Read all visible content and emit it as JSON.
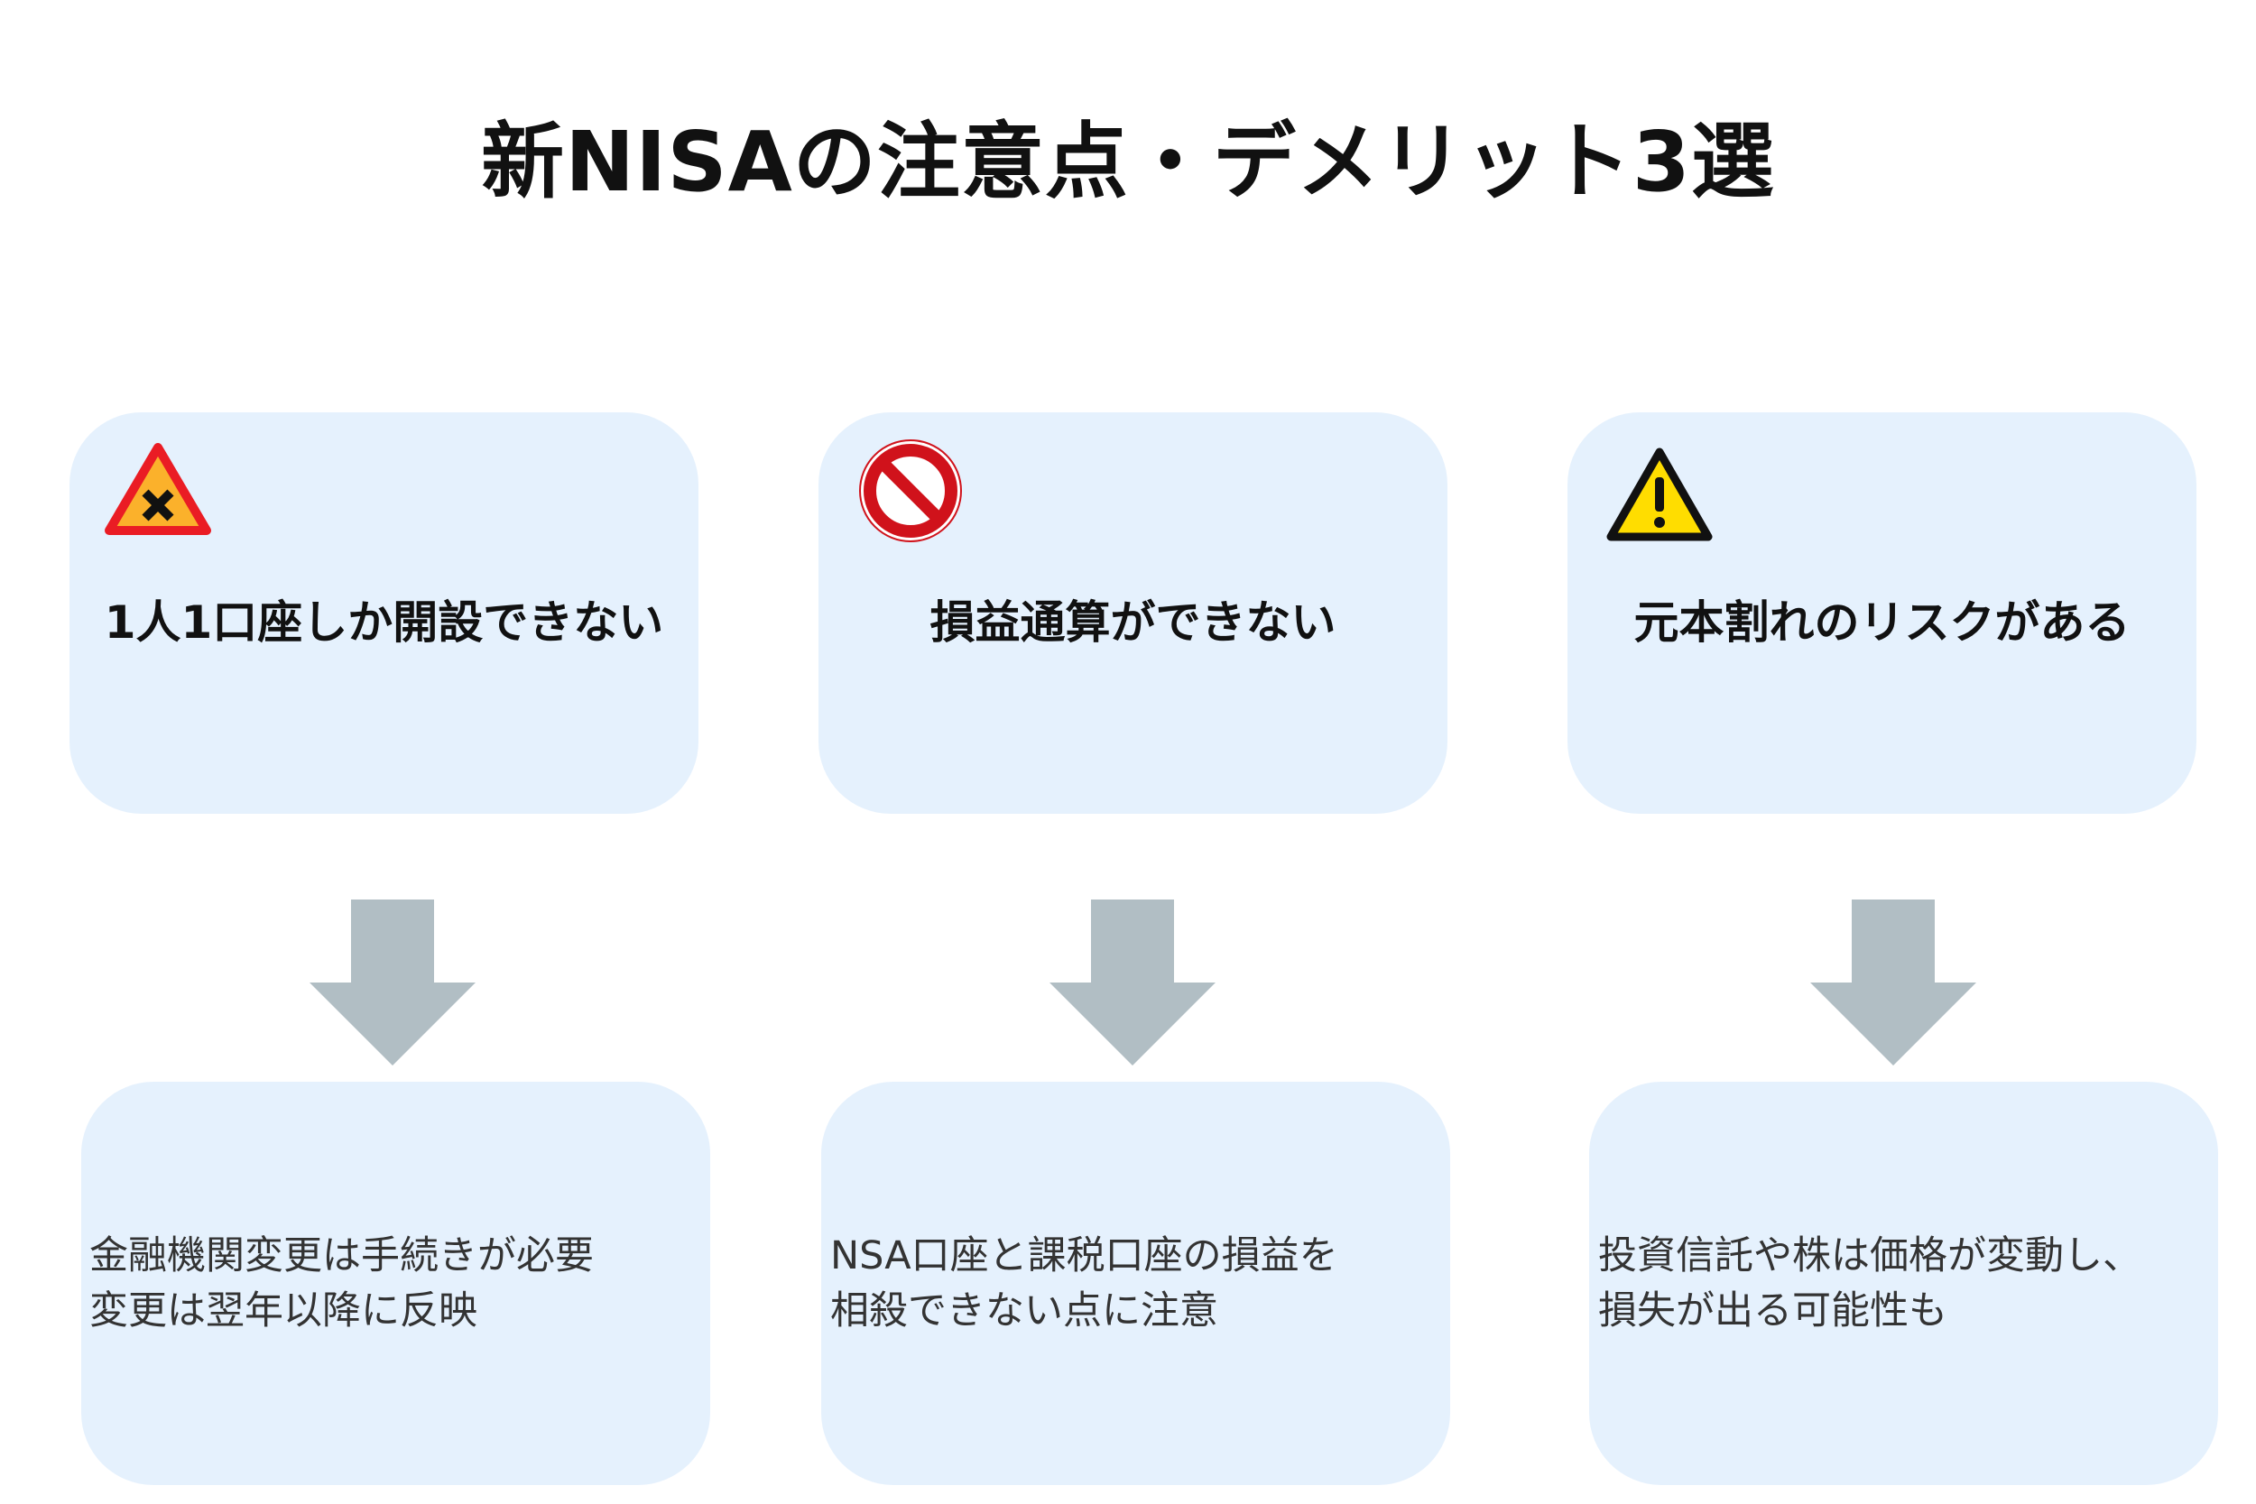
{
  "title": "新NISAの注意点・デメリット3選",
  "colors": {
    "box": "#e5f1fd",
    "arrow": "#b1bec4"
  },
  "items": [
    {
      "icon": "crossroads-warning-icon",
      "heading": "1人1口座しか開設できない",
      "lines": [
        "金融機関変更は手続きが必要",
        "変更は翌年以降に反映"
      ]
    },
    {
      "icon": "prohibited-icon",
      "heading": "損益通算ができない",
      "lines": [
        "NSA口座と課税口座の損益を",
        "相殺できない点に注意"
      ]
    },
    {
      "icon": "warning-exclamation-icon",
      "heading": "元本割れのリスクがある",
      "lines": [
        "投資信託や株は価格が変動し、",
        "損失が出る可能性も"
      ]
    }
  ]
}
